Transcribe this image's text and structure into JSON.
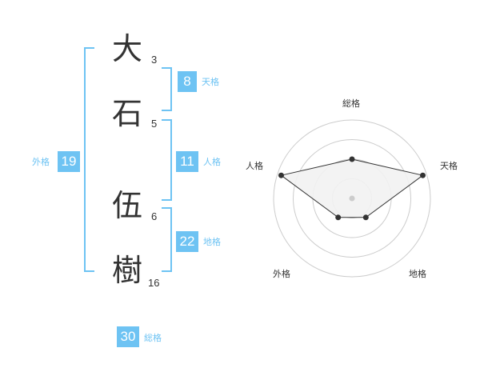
{
  "name": {
    "chars": [
      {
        "char": "大",
        "strokes": "3"
      },
      {
        "char": "石",
        "strokes": "5"
      },
      {
        "char": "伍",
        "strokes": "6"
      },
      {
        "char": "樹",
        "strokes": "16"
      }
    ]
  },
  "fortune": {
    "tenkaku": {
      "label": "天格",
      "value": "8"
    },
    "jinkaku": {
      "label": "人格",
      "value": "11"
    },
    "chikaku": {
      "label": "地格",
      "value": "22"
    },
    "gaikaku": {
      "label": "外格",
      "value": "19"
    },
    "soukaku": {
      "label": "総格",
      "value": "30"
    }
  },
  "colors": {
    "accent": "#6ec3f3",
    "text": "#333333",
    "grid": "#cccccc",
    "fill": "#f2f2f2"
  },
  "chart_data": {
    "type": "radar",
    "axes": [
      "総格",
      "天格",
      "地格",
      "外格",
      "人格"
    ],
    "values": [
      0.5,
      0.95,
      0.3,
      0.3,
      0.95
    ],
    "rings": 4,
    "range": [
      0,
      1
    ]
  }
}
